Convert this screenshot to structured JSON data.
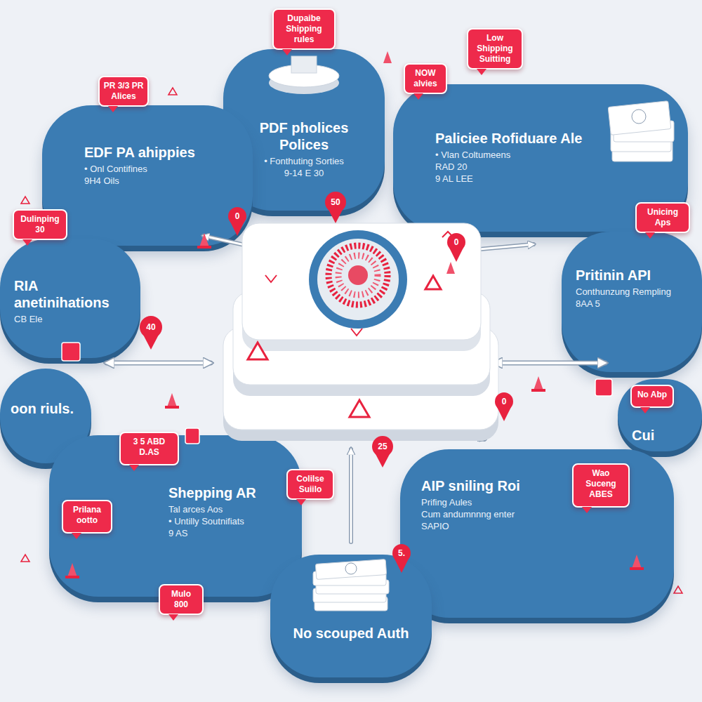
{
  "diagram": {
    "nodes": [
      {
        "text": [
          "Dupaibe Shipping rules"
        ]
      },
      {
        "text": [
          "Low Shipping Suitting"
        ]
      },
      {
        "text": [
          "PDF pholices Polices",
          "• Fonthuting Sorties",
          "9-14 E 30"
        ]
      },
      {
        "text": [
          "NOW alvies"
        ]
      },
      {
        "text": [
          "PR 3/3 PR Alices"
        ]
      },
      {
        "text": [
          "Paliciee Rofiduare Ale",
          "• Vlan Coltumeens",
          "RAD 20",
          "9 AL LEE"
        ]
      },
      {
        "text": [
          "EDF PA ahippies",
          "• Onl Contifines",
          "9H4 Oils"
        ]
      },
      {
        "text": [
          "Unicing Aps"
        ]
      },
      {
        "text": [
          "Dulinping 30"
        ]
      },
      {
        "text": [
          "Pritinin API",
          "Conthunzung Rempling",
          "8AA 5"
        ]
      },
      {
        "text": [
          "RIA anetinihations",
          "CB Ele"
        ]
      },
      {
        "text": [
          "oon riuls."
        ]
      },
      {
        "text": [
          "Cui"
        ]
      },
      {
        "text": [
          "No Abp"
        ],
        "in": 12
      },
      {
        "text": [
          "Shepping AR",
          "Tal arces Aos",
          "• Untilly Soutnifiats",
          "9 AS"
        ]
      },
      {
        "text": [
          "3 5 ABD D.AS"
        ],
        "in": 14
      },
      {
        "text": [
          "Prilana ootto"
        ],
        "in": 14
      },
      {
        "text": [
          "AIP sniling Roi",
          "Prifing Aules",
          "Cum andumnnng enter",
          "SAPIO"
        ]
      },
      {
        "text": [
          "Wao Suceng ABES"
        ],
        "in": 17
      },
      {
        "text": [
          "Colilse Suiilo"
        ]
      },
      {
        "text": [
          "No scouped Auth"
        ]
      },
      {
        "text": [
          "Mulo 800"
        ]
      }
    ],
    "labels": [
      "50",
      "0",
      "0",
      "40",
      "0",
      "25",
      "5."
    ]
  }
}
